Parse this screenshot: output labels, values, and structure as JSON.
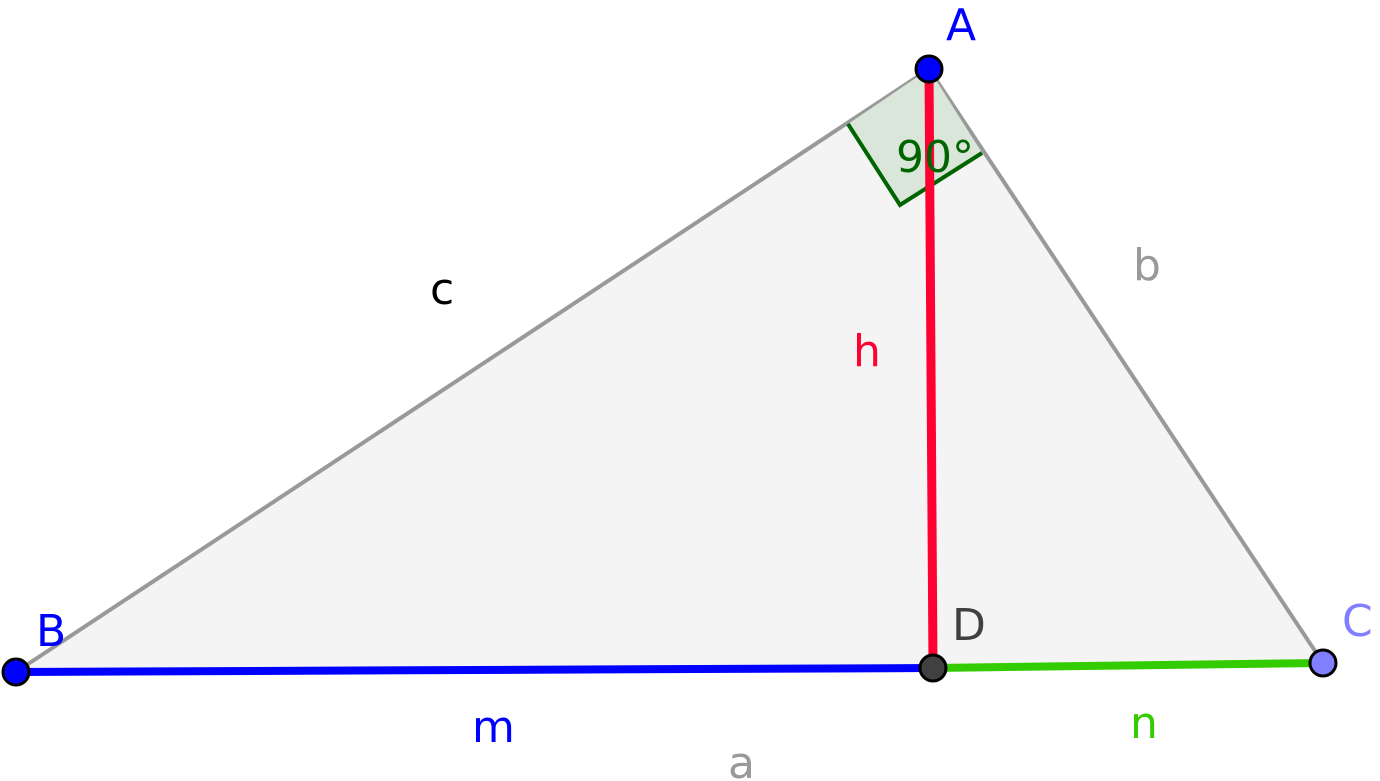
{
  "points": {
    "A": {
      "label": "A",
      "color": "#0000ff",
      "label_color": "#0000ff"
    },
    "B": {
      "label": "B",
      "color": "#0000ff",
      "label_color": "#0000ff"
    },
    "C": {
      "label": "C",
      "color": "#7f7fff",
      "label_color": "#7f7fff"
    },
    "D": {
      "label": "D",
      "color": "#404040",
      "label_color": "#404040"
    }
  },
  "segments": {
    "a": {
      "label": "a",
      "color": "#999999"
    },
    "b": {
      "label": "b",
      "color": "#999999"
    },
    "c": {
      "label": "c",
      "color": "#000000"
    },
    "h": {
      "label": "h",
      "color": "#ff0033"
    },
    "m": {
      "label": "m",
      "color": "#0000ff"
    },
    "n": {
      "label": "n",
      "color": "#33cc00"
    }
  },
  "angle": {
    "label": "90°",
    "color": "#006400",
    "fill": "#d9e6d9"
  },
  "triangle_fill": "#f4f4f4"
}
